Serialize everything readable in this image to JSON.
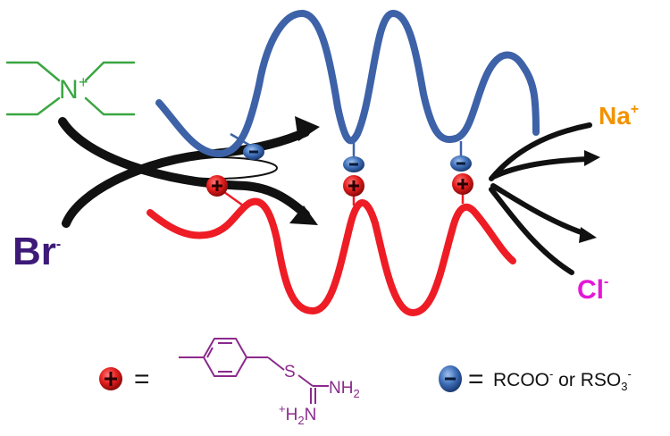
{
  "ammonium": {
    "atom": "N",
    "charge": "+"
  },
  "bromide": {
    "symbol": "Br",
    "charge": "-"
  },
  "sodium": {
    "symbol": "Na",
    "charge": "+"
  },
  "chloride": {
    "symbol": "Cl",
    "charge": "-"
  },
  "legend": {
    "cation": {
      "equals": "=",
      "sulfur": "S",
      "nh2": "NH",
      "nh2_sub": "2",
      "plus_h2n_plus": "+",
      "plus_h2n_h": "H",
      "plus_h2n_sub": "2",
      "plus_h2n_n": "N"
    },
    "anion": {
      "equals": "=",
      "rcoo": "RCOO",
      "rcoo_charge": "-",
      "or": " or ",
      "rso3": "RSO",
      "rso3_sub": "3",
      "rso3_charge": "-"
    }
  },
  "colors": {
    "blue_chain": "#3d62a8",
    "red_chain": "#ee1c25",
    "ammonium": "#3aa641",
    "bromide": "#3d1a78",
    "sodium": "#f39200",
    "chloride": "#e317d8",
    "molecule": "#8a2a8c"
  },
  "icons": [
    "plus-bead-icon",
    "minus-bead-icon",
    "curved-arrow-icon"
  ]
}
